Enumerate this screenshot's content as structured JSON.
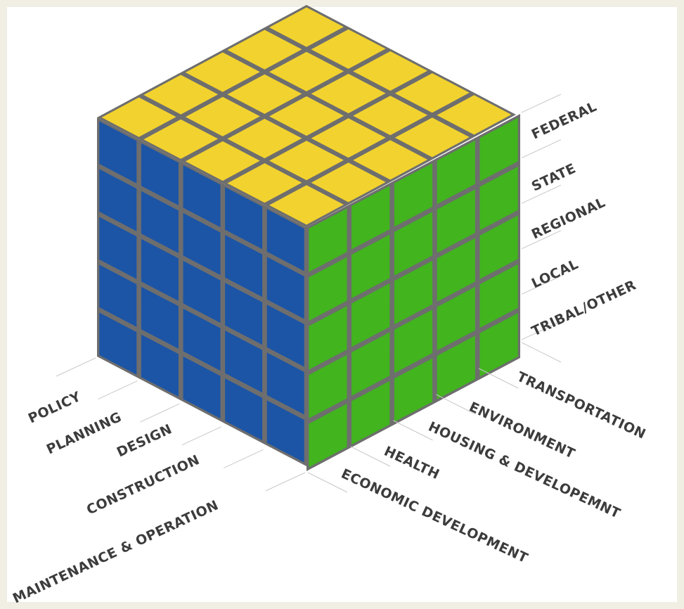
{
  "diagram": {
    "grid_size": 5,
    "colors": {
      "top": "#f2d22e",
      "left": "#1c55a6",
      "right": "#41b41e",
      "grout": "#6e6e6e",
      "text": "#3c3c3c",
      "guide": "#c8c8c8",
      "frame": "#f1efe4"
    },
    "levels_labels": [
      "FEDERAL",
      "STATE",
      "REGIONAL",
      "LOCAL",
      "TRIBAL/OTHER"
    ],
    "phases_labels": [
      "POLICY",
      "PLANNING",
      "DESIGN",
      "CONSTRUCTION",
      "MAINTENANCE & OPERATION"
    ],
    "sectors_labels": [
      "TRANSPORTATION",
      "ENVIRONMENT",
      "HOUSING & DEVELOPEMNT",
      "HEALTH",
      "ECONOMIC DEVELOPMENT"
    ]
  }
}
